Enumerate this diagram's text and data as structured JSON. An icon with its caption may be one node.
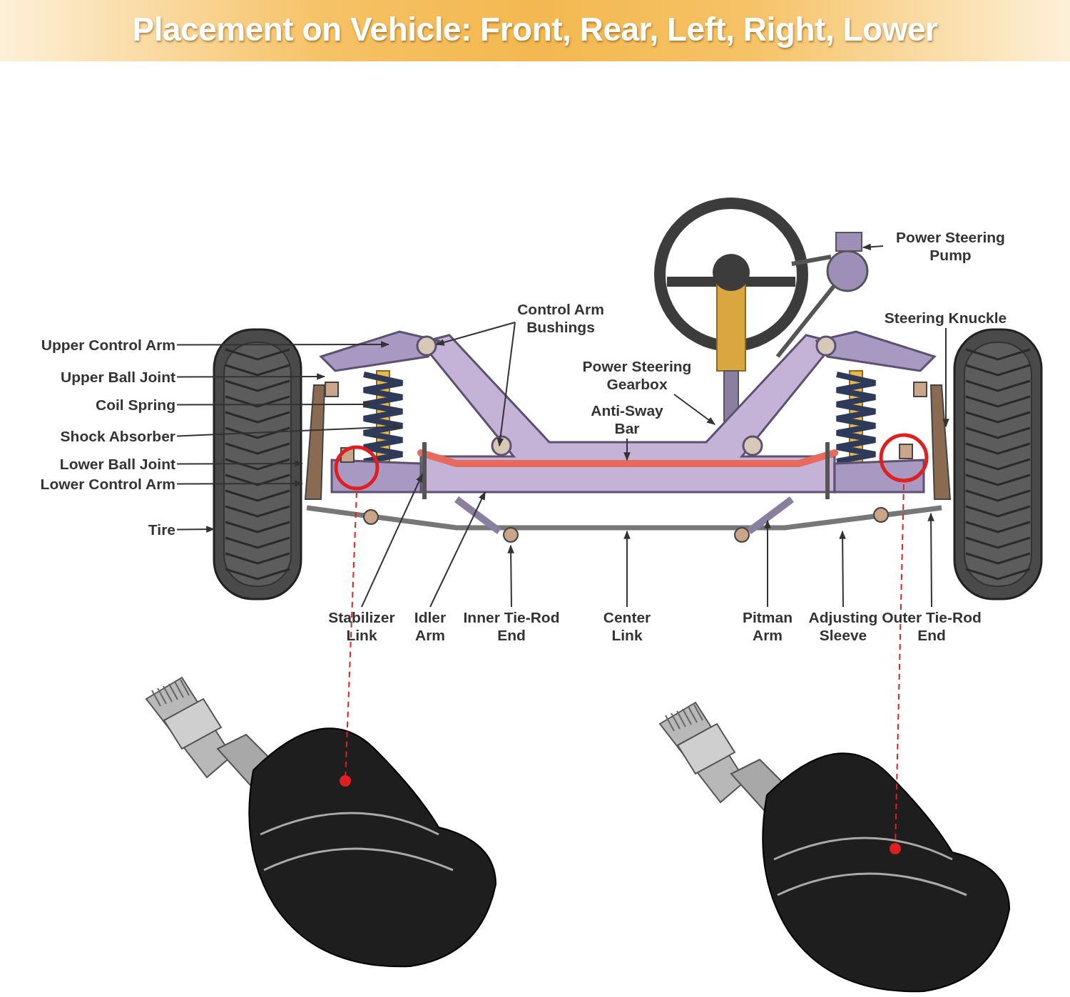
{
  "diagram": {
    "title": "Placement on Vehicle: Front, Rear, Left, Right, Lower",
    "nodes": [
      {
        "text": [
          "Upper Control Arm"
        ]
      },
      {
        "text": [
          "Upper Ball Joint"
        ]
      },
      {
        "text": [
          "Coil Spring"
        ]
      },
      {
        "text": [
          "Shock Absorber"
        ]
      },
      {
        "text": [
          "Lower Ball Joint"
        ]
      },
      {
        "text": [
          "Lower Control Arm"
        ]
      },
      {
        "text": [
          "Tire"
        ]
      },
      {
        "text": [
          "Control Arm Bushings"
        ]
      },
      {
        "text": [
          "Power Steering Pump"
        ]
      },
      {
        "text": [
          "Steering Knuckle"
        ]
      },
      {
        "text": [
          "Power Steering Gearbox"
        ]
      },
      {
        "text": [
          "Anti-Sway Bar"
        ]
      },
      {
        "text": [
          "Stabilizer Link"
        ]
      },
      {
        "text": [
          "Idler Arm"
        ]
      },
      {
        "text": [
          "Inner Tie-Rod End"
        ]
      },
      {
        "text": [
          "Center Link"
        ]
      },
      {
        "text": [
          "Pitman Arm"
        ]
      },
      {
        "text": [
          "Adjusting Sleeve"
        ]
      },
      {
        "text": [
          "Outer Tie-Rod End"
        ]
      },
      {
        "text": [],
        "shape": "circle"
      },
      {
        "text": [],
        "shape": "circle"
      },
      {
        "text": [],
        "shape": "picture"
      },
      {
        "text": [],
        "shape": "picture"
      }
    ],
    "edges": [
      {
        "from": 0,
        "to": null,
        "arrow": "to"
      },
      {
        "from": 1,
        "to": null,
        "arrow": "to"
      },
      {
        "from": 2,
        "to": null,
        "arrow": "to"
      },
      {
        "from": 3,
        "to": null,
        "arrow": "to"
      },
      {
        "from": 4,
        "to": null,
        "arrow": "to"
      },
      {
        "from": 5,
        "to": null,
        "arrow": "to"
      },
      {
        "from": 6,
        "to": null,
        "arrow": "to"
      },
      {
        "from": 7,
        "to": null,
        "arrow": "to"
      },
      {
        "from": 7,
        "to": null,
        "arrow": "to"
      },
      {
        "from": 8,
        "to": null,
        "arrow": "to"
      },
      {
        "from": 9,
        "to": null,
        "arrow": "to"
      },
      {
        "from": 10,
        "to": null,
        "arrow": "to"
      },
      {
        "from": 11,
        "to": null,
        "arrow": "to"
      },
      {
        "from": 12,
        "to": null,
        "arrow": "to"
      },
      {
        "from": 13,
        "to": null,
        "arrow": "to"
      },
      {
        "from": 14,
        "to": null,
        "arrow": "to"
      },
      {
        "from": 15,
        "to": null,
        "arrow": "to"
      },
      {
        "from": 16,
        "to": null,
        "arrow": "to"
      },
      {
        "from": 17,
        "to": null,
        "arrow": "to"
      },
      {
        "from": 18,
        "to": null,
        "arrow": "to"
      },
      {
        "from": 19,
        "to": 21,
        "arrow": "other",
        "style": "dashed",
        "color": "#e02020"
      },
      {
        "from": 20,
        "to": 22,
        "arrow": "other",
        "style": "dashed",
        "color": "#e02020"
      }
    ]
  }
}
